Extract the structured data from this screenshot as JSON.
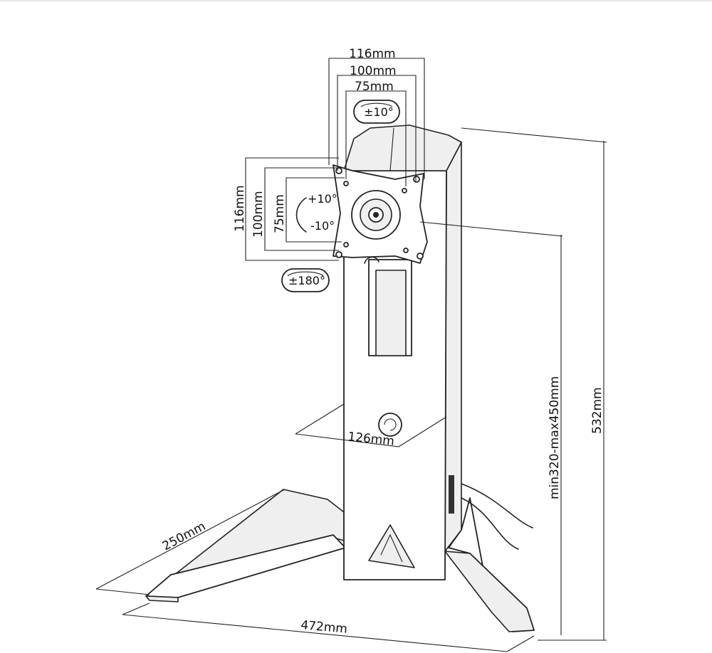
{
  "dimensions": {
    "top_width_116": "116mm",
    "top_width_100": "100mm",
    "top_width_75": "75mm",
    "tilt_top": "±10°",
    "left_height_116": "116mm",
    "left_height_100": "100mm",
    "left_height_75": "75mm",
    "tilt_plus": "+10°",
    "tilt_minus": "-10°",
    "rotation": "±180°",
    "column_depth": "126mm",
    "height_range": "min320-max450mm",
    "total_height": "532mm",
    "base_depth": "250mm",
    "base_width": "472mm"
  }
}
